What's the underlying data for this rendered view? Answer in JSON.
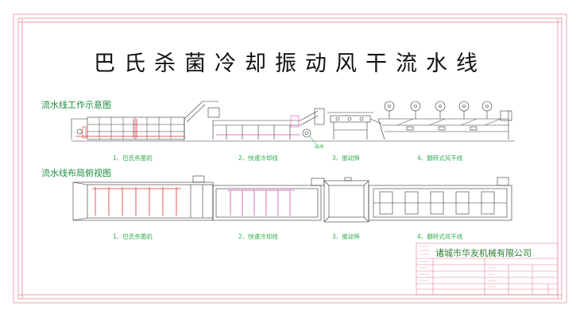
{
  "title": "巴氏杀菌冷却振动风干流水线",
  "sections": {
    "work_diagram": "流水线工作示意图",
    "layout_plan": "流水线布局俯视图"
  },
  "captions_top": [
    "1、巴氏杀菌机",
    "2、快速冷却线",
    "3、振动筛",
    "4、翻转式风干线"
  ],
  "captions_bottom": [
    "1、巴氏杀菌机",
    "2、快速冷却线",
    "3、振动筛",
    "4、翻转式风干线"
  ],
  "small_label": "出水",
  "title_block": {
    "company": "诸城市华友机械有限公司"
  },
  "colors": {
    "frame": "#e57d8f",
    "line": "#333333",
    "pink": "#e040c0",
    "red": "#e03030",
    "green_text": "#2fae4a"
  }
}
